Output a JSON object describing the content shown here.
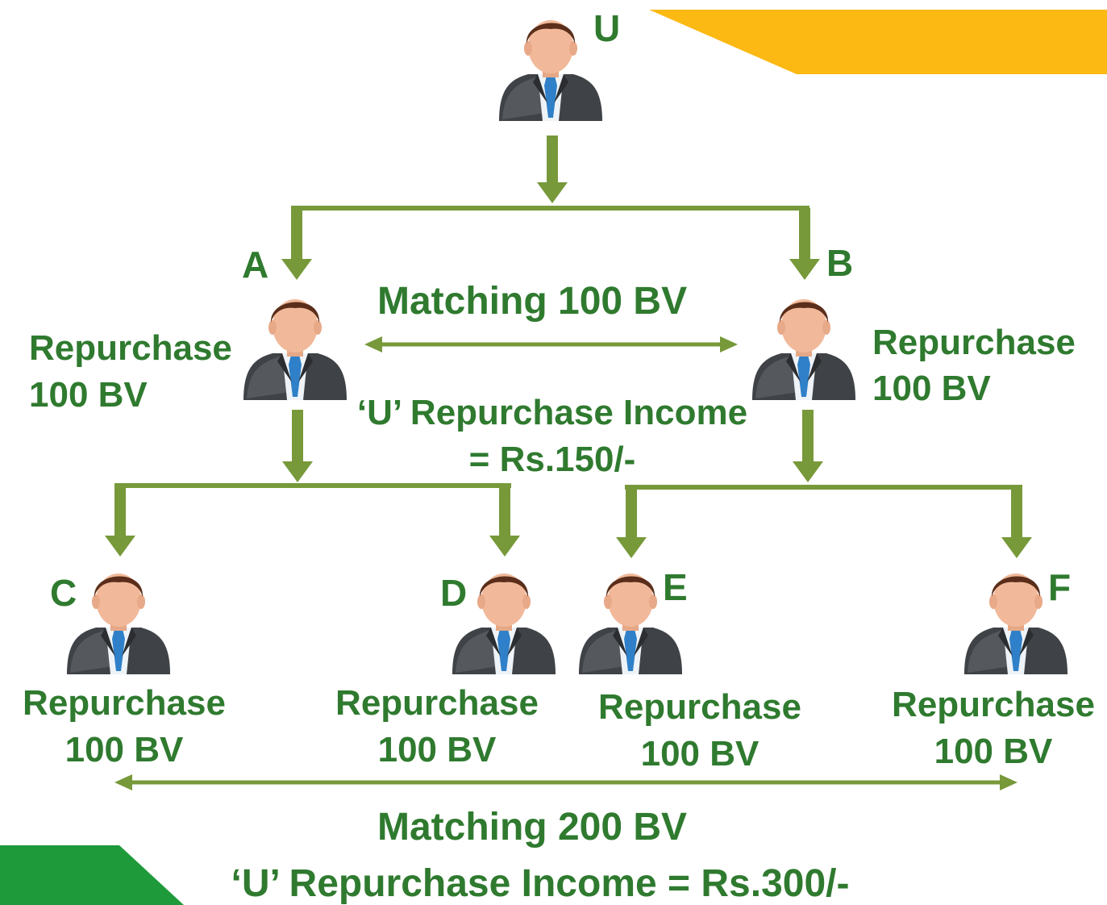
{
  "colors": {
    "arrow": "#77993a",
    "text": "#2f7a2f",
    "accent_orange": "#fcb813",
    "accent_green": "#1f9a3a",
    "suit": "#3f4246",
    "tie": "#2f80c8",
    "skin": "#f1b99a",
    "hair": "#5a2e1a"
  },
  "icon": "businessman-icon",
  "nodes": {
    "u": {
      "letter": "U"
    },
    "a": {
      "letter": "A",
      "line1": "Repurchase",
      "line2": "100 BV"
    },
    "b": {
      "letter": "B",
      "line1": "Repurchase",
      "line2": "100 BV"
    },
    "c": {
      "letter": "C",
      "line1": "Repurchase",
      "line2": "100 BV"
    },
    "d": {
      "letter": "D",
      "line1": "Repurchase",
      "line2": "100 BV"
    },
    "e": {
      "letter": "E",
      "line1": "Repurchase",
      "line2": "100 BV"
    },
    "f": {
      "letter": "F",
      "line1": "Repurchase",
      "line2": "100 BV"
    }
  },
  "level1": {
    "matching": "Matching 100 BV",
    "income_line1": "‘U’ Repurchase Income",
    "income_line2": "= Rs.150/-"
  },
  "level2": {
    "matching": "Matching 200 BV",
    "income": "‘U’ Repurchase Income = Rs.300/-"
  }
}
